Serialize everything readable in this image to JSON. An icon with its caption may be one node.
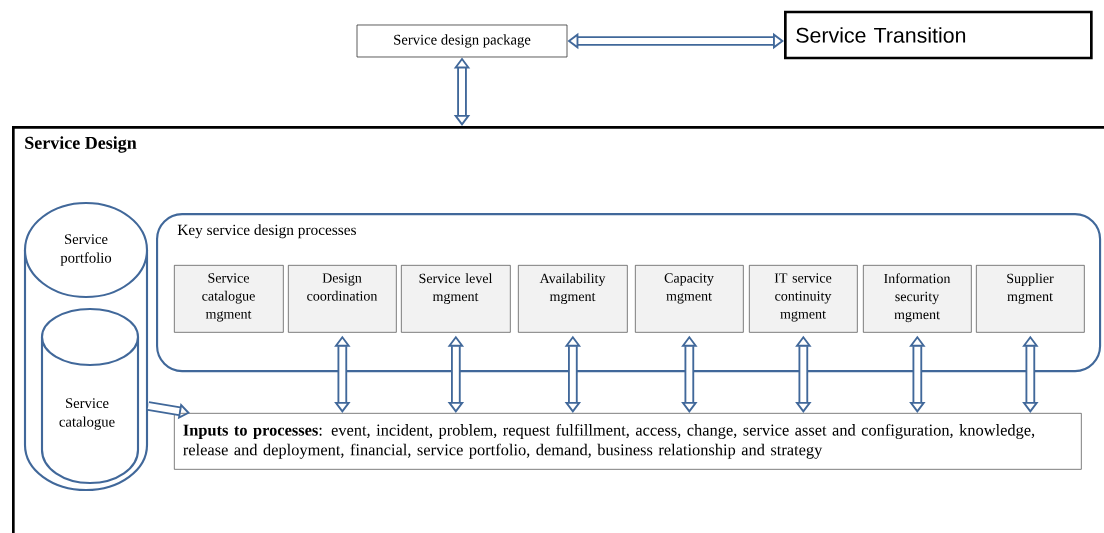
{
  "diagram": {
    "nodes": [
      {
        "text": [
          "Service design package"
        ]
      },
      {
        "text": [
          "Service Transition"
        ]
      },
      {
        "text": [
          "Service Design"
        ]
      },
      {
        "text": [
          "Service portfolio"
        ],
        "in": 2
      },
      {
        "text": [
          "Service catalogue"
        ],
        "in": 3
      },
      {
        "text": [
          "Key service design processes"
        ],
        "in": 2
      },
      {
        "text": [
          "Service catalogue mgment"
        ],
        "in": 5
      },
      {
        "text": [
          "Design coordination"
        ],
        "in": 5
      },
      {
        "text": [
          "Service level mgment"
        ],
        "in": 5
      },
      {
        "text": [
          "Availability mgment"
        ],
        "in": 5
      },
      {
        "text": [
          "Capacity mgment"
        ],
        "in": 5
      },
      {
        "text": [
          "IT service continuity mgment"
        ],
        "in": 5
      },
      {
        "text": [
          "Information security mgment"
        ],
        "in": 5
      },
      {
        "text": [
          "Supplier mgment"
        ],
        "in": 5
      },
      {
        "text": [
          "**Inputs to processes**: event, incident, problem, request fulfillment, access, change, service asset and configuration, knowledge, release and deployment, financial, service portfolio, demand, business relationship and strategy"
        ],
        "in": 2
      }
    ],
    "edges": [
      {
        "from": 0,
        "to": 1,
        "arrow": "both"
      },
      {
        "from": 0,
        "to": 2,
        "arrow": "both"
      },
      {
        "from": 4,
        "to": 14,
        "arrow": "to"
      },
      {
        "from": 7,
        "to": 14,
        "arrow": "both"
      },
      {
        "from": 8,
        "to": 14,
        "arrow": "both"
      },
      {
        "from": 9,
        "to": 14,
        "arrow": "both"
      },
      {
        "from": 10,
        "to": 14,
        "arrow": "both"
      },
      {
        "from": 11,
        "to": 14,
        "arrow": "both"
      },
      {
        "from": 12,
        "to": 14,
        "arrow": "both"
      },
      {
        "from": 13,
        "to": 14,
        "arrow": "both"
      }
    ]
  }
}
